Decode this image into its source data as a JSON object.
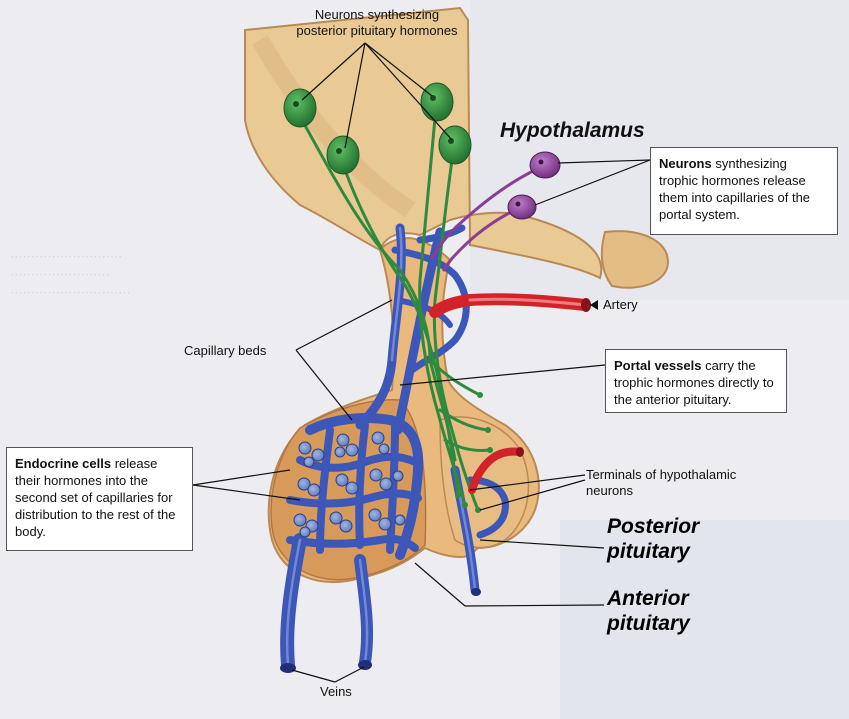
{
  "labels": {
    "neurons_posterior": "Neurons synthesizing\nposterior pituitary hormones",
    "hypothalamus": "Hypothalamus",
    "artery": "Artery",
    "capillary_beds": "Capillary beds",
    "terminals": "Terminals of hypothalamic\nneurons",
    "posterior_pituitary": "Posterior\npituitary",
    "anterior_pituitary": "Anterior\npituitary",
    "veins": "Veins"
  },
  "callouts": {
    "neurons_trophic": {
      "bold": "Neurons",
      "text": " synthesizing trophic hormones release them into capillaries of the portal system."
    },
    "portal_vessels": {
      "bold": "Portal vessels",
      "text": " carry the trophic hormones directly to the anterior pituitary."
    },
    "endocrine_cells": {
      "bold": "Endocrine cells",
      "text": " release their hormones into the second set of capillaries for distribution to the rest of the body."
    }
  },
  "colors": {
    "tissue": "#e9c994",
    "tissue_edge": "#b98a55",
    "neuron_green": "#2f8a3e",
    "neuron_purple": "#8a3f95",
    "vein_blue": "#3d57b8",
    "artery_red": "#d2232a",
    "callout_bg": "#ffffff"
  }
}
